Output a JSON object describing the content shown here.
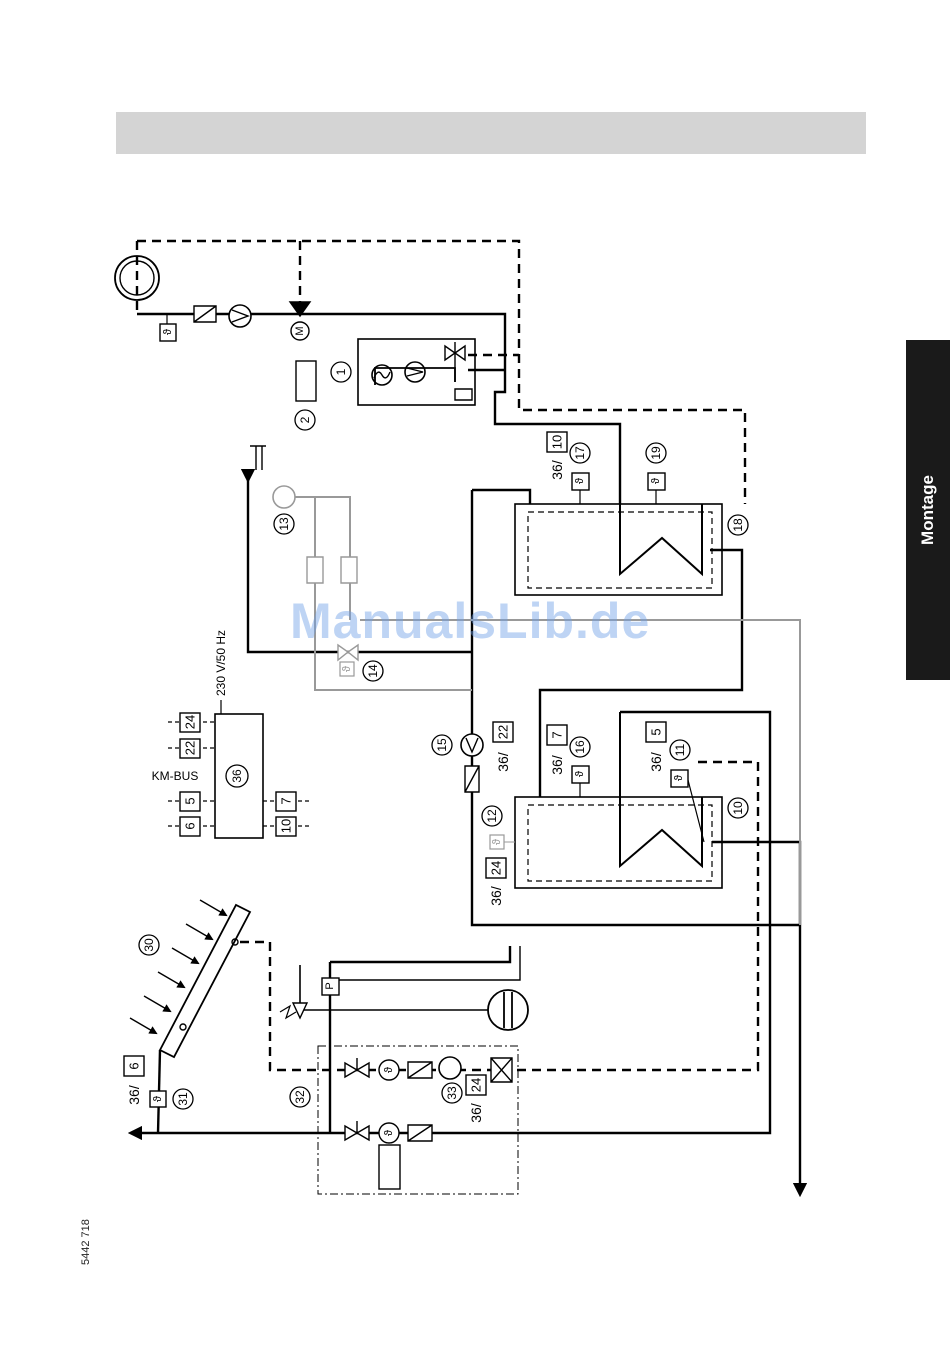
{
  "side_tab": {
    "label": "Montage"
  },
  "doc_number": "5442 718",
  "watermark": "ManualsLib.de",
  "supply_label": "230 V/50 Hz",
  "bus_label": "KM-BUS",
  "controller": {
    "number": "36"
  },
  "controller_terminals": {
    "t24": "24",
    "t22": "22",
    "t5": "5",
    "t6": "6",
    "t7": "7",
    "t10": "10"
  },
  "component_numbers": {
    "c1": "1",
    "c2": "2",
    "c10": "10",
    "c11": "11",
    "c12": "12",
    "c13": "13",
    "c14": "14",
    "c15": "15",
    "c16": "16",
    "c17": "17",
    "c18": "18",
    "c19": "19",
    "c30": "30",
    "c31": "31",
    "c32": "32",
    "c33": "33"
  },
  "terminal_refs": {
    "r10": {
      "prefix": "36/",
      "box": "10"
    },
    "r22": {
      "prefix": "36/",
      "box": "22"
    },
    "r7": {
      "prefix": "36/",
      "box": "7"
    },
    "r5": {
      "prefix": "36/",
      "box": "5"
    },
    "r24a": {
      "prefix": "36/",
      "box": "24"
    },
    "r24b": {
      "prefix": "36/",
      "box": "24"
    },
    "r6": {
      "prefix": "36/",
      "box": "6"
    }
  },
  "symbols": {
    "motor": "M",
    "pressure": "P",
    "temp": "ϑ"
  }
}
